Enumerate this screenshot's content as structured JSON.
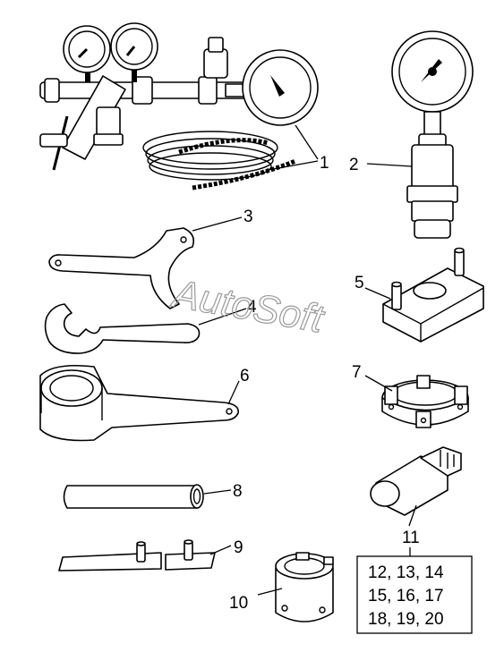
{
  "labels": {
    "l1": "1",
    "l2": "2",
    "l3": "3",
    "l4": "4",
    "l5": "5",
    "l6": "6",
    "l7": "7",
    "l8": "8",
    "l9": "9",
    "l10": "10",
    "l11": "11"
  },
  "watermark": "AutoSoft",
  "table": {
    "rows": [
      "12, 13, 14",
      "15, 16, 17",
      "18, 19, 20"
    ]
  },
  "icons": [
    "pressure-regulator",
    "pressure-gauge",
    "hook-spanner",
    "open-end-wrench",
    "locating-plate",
    "clamp-ring",
    "ring-spanner",
    "tube",
    "shims",
    "bushing",
    "adapter-fitting"
  ]
}
